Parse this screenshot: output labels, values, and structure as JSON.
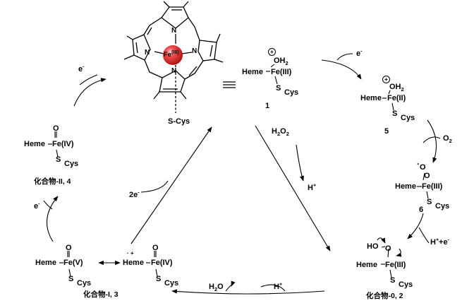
{
  "porphyrin": {
    "fe_label": "Fe",
    "fe_ox": "(III)",
    "n_label": "N",
    "cys_label": "S-Cys",
    "equiv_symbol": "≡"
  },
  "s1": {
    "ligand": "OH",
    "ligand_sub": "2",
    "charge": "+",
    "core": "Heme",
    "metal": "Fe(III)",
    "thiolate": "S",
    "cys": "Cys",
    "id": "1"
  },
  "s5": {
    "ligand": "OH",
    "ligand_sub": "2",
    "charge": "+",
    "core": "Heme",
    "metal": "Fe(II)",
    "thiolate": "S",
    "cys": "Cys",
    "id": "5"
  },
  "s6": {
    "ligand_top": "O",
    "ligand_mid": "O",
    "radical": "·",
    "core": "Heme",
    "metal": "Fe(III)",
    "thiolate": "S",
    "cys": "Cys",
    "id": "6"
  },
  "s2": {
    "ligand_top": "HO",
    "ligand_mid": "O",
    "core": "Heme",
    "metal": "Fe(III)",
    "thiolate": "S",
    "cys": "Cys",
    "name": "化合物-0, 2"
  },
  "s3": {
    "ligand": "O",
    "core": "Heme",
    "metal": "Fe(V)",
    "thiolate": "S",
    "cys": "Cys",
    "name": "化合物-I, 3"
  },
  "s3b": {
    "ligand": "O",
    "radical_charge": "· +",
    "core": "Heme",
    "metal": "Fe(IV)",
    "thiolate": "S",
    "cys": "Cys"
  },
  "s4": {
    "ligand": "O",
    "core": "Heme",
    "metal": "Fe(IV)",
    "thiolate": "S",
    "cys": "Cys",
    "name": "化合物-II, 4"
  },
  "reagents": {
    "e_top_left": "e",
    "e_top_right": "e",
    "o2": "O",
    "h2o2": "H",
    "h_plus": "H",
    "h_plus_e": "H",
    "h_plus_bottom": "H",
    "h2o": "H",
    "two_e": "2e",
    "e_left": "e",
    "minus": "-",
    "plus": "+",
    "two": "2",
    "o2_rest": "2",
    "h2o2_rest": "O",
    "h2o_rest": "O",
    "plus_e_rest": "+e"
  }
}
